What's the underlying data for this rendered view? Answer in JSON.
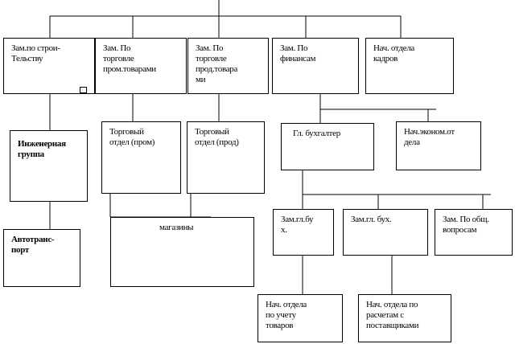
{
  "org_chart": {
    "zam_stroitelstvo": "Зам.по строи-\nТельству",
    "zam_prom": "Зам. По\nторговле\nпром.товарами",
    "zam_prod": "Зам. По\nторговле\nпрод.товара\nми",
    "zam_finance": "Зам. По\nфинансам",
    "nach_kadrov": "Нач. отдела\nкадров",
    "eng_group": "Инженерная\nгруппа",
    "autotransport": "Автотранс-\nпорт",
    "trade_dept_prom": "Торговый\nотдел (пром)",
    "trade_dept_prod": "Торговый\nотдел (прод)",
    "stores": "магазины",
    "chief_accountant": "Гл. бухгалтер",
    "econ_dept_head": "Нач.эконом.от\nдела",
    "deputy_acc_1": "Зам.гл.бу\nх.",
    "deputy_acc_2": "Зам.гл. бух.",
    "zam_general": "Зам. По общ.\nвопросам",
    "goods_accounting_head": "Нач. отдела\nпо  учету\nтоваров",
    "supplier_settlements_head": "Нач. отдела по\nрасчетам с\nпоставщиками"
  }
}
